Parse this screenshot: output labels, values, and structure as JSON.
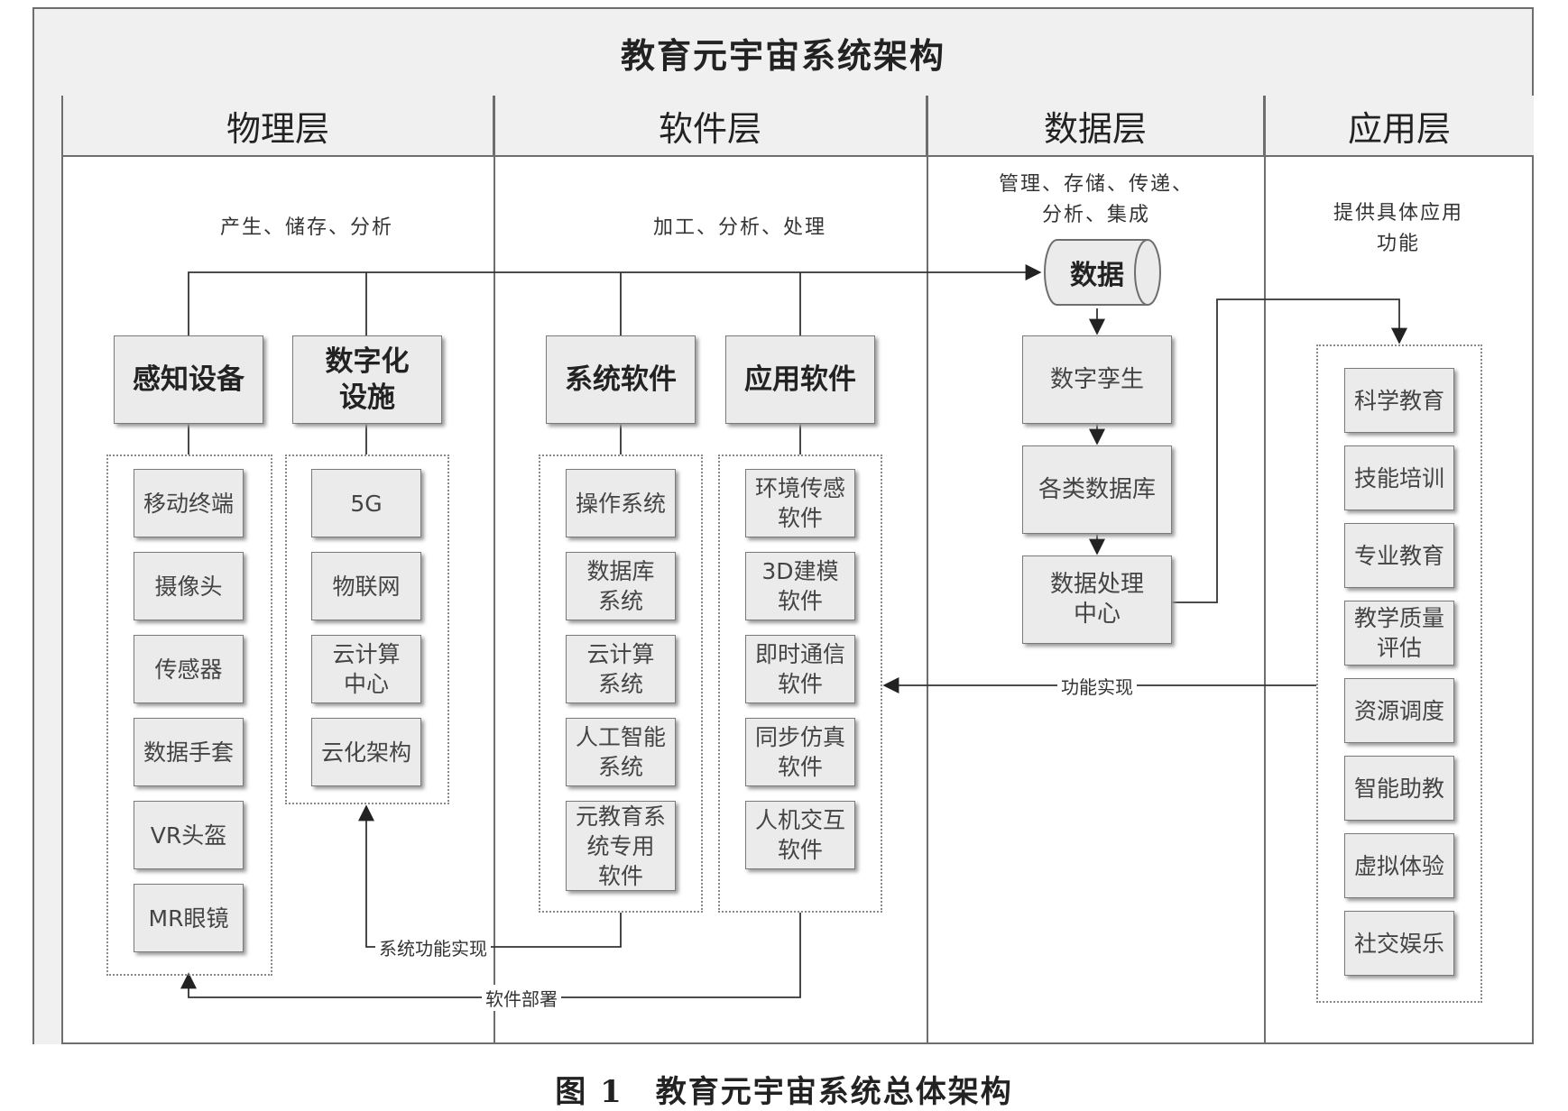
{
  "title": "教育元宇宙系统架构",
  "caption": "图 1　教育元宇宙系统总体架构",
  "lanes": [
    {
      "name": "物理层",
      "desc": "产生、储存、分析"
    },
    {
      "name": "软件层",
      "desc": "加工、分析、处理"
    },
    {
      "name": "数据层",
      "desc": "管理、存储、传递、\n分析、集成"
    },
    {
      "name": "应用层",
      "desc": "提供具体应用\n功能"
    }
  ],
  "physical": {
    "sensing": {
      "label": "感知设备",
      "items": [
        "移动终端",
        "摄像头",
        "传感器",
        "数据手套",
        "VR头盔",
        "MR眼镜"
      ]
    },
    "digital": {
      "label": "数字化\n设施",
      "items": [
        "5G",
        "物联网",
        "云计算\n中心",
        "云化架构"
      ]
    }
  },
  "software": {
    "system": {
      "label": "系统软件",
      "items": [
        "操作系统",
        "数据库\n系统",
        "云计算\n系统",
        "人工智能\n系统",
        "元教育系\n统专用\n软件"
      ]
    },
    "application": {
      "label": "应用软件",
      "items": [
        "环境传感\n软件",
        "3D建模\n软件",
        "即时通信\n软件",
        "同步仿真\n软件",
        "人机交互\n软件"
      ]
    }
  },
  "data": {
    "cylinder": "数据",
    "steps": [
      "数字孪生",
      "各类数据库",
      "数据处理\n中心"
    ]
  },
  "application": {
    "items": [
      "科学教育",
      "技能培训",
      "专业教育",
      "教学质量\n评估",
      "资源调度",
      "智能助教",
      "虚拟体验",
      "社交娱乐"
    ]
  },
  "connectors": {
    "function_impl": "功能实现",
    "system_function_impl": "系统功能实现",
    "software_deploy": "软件部署"
  }
}
